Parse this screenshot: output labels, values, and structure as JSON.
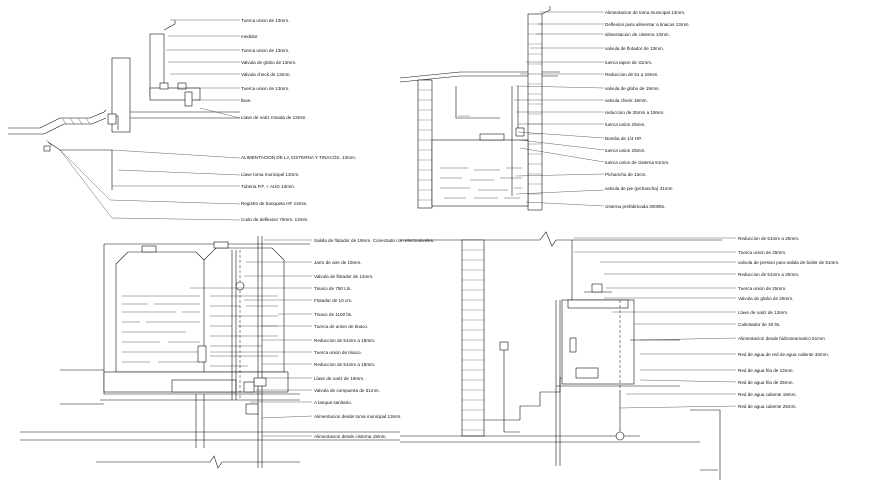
{
  "drawings": {
    "top_left": {
      "labels": [
        "Tuerca union de 13mm.",
        "medidor",
        "Tuerca union de 13mm.",
        "Valvula de globo de 13mm.",
        "Valvula check de 13mm.",
        "Tuerca union de 13mm.",
        "llave.",
        "Llave de nariz rosada de 13mm.",
        "ALIMENTACION DE LA CISTERNA Y TINACOS. 13mm.",
        "Llave toma municipal 13mm.",
        "Tuberia P.F. + AUD 13mm.",
        "Registro de banqueta HF 13mm.",
        "Codo de deflexion 75mm. 13mm."
      ]
    },
    "top_right": {
      "labels": [
        "Alimentacion de toma municipal 13mm.",
        "Deflexion para alimentar a tinacos 13mm.",
        "alimentacion de cisterna 13mm.",
        "valvula de flotador de 13mm.",
        "tuerca tapon de 31mm.",
        "Reduccion de 51 a 19mm.",
        "valvula de globo de 19mm.",
        "valvula check 19mm.",
        "reduccion de 25mm a 19mm.",
        "tuerca union 25mm.",
        "Bomba de 1/4 HP.",
        "tuerca union 25mm.",
        "tuerca union de cisterna 51mm.",
        "Pichancha de 13cm.",
        "valvula de pie (pichancha) 31mm",
        "cisterna prefabricada 3000lts."
      ]
    },
    "bottom_left": {
      "labels": [
        "Salida de flotador de 19mm. Conectado con electroniveles.",
        "Jarro de aire de 19mm.",
        "Valvula de flotador de 13mm.",
        "Tinaco de 750 Lts.",
        "Flotador de 10 cm.",
        "Tinaco de 1100 lts.",
        "Tuerca de union de tinaco.",
        "Reduccion de 51mm a 19mm.",
        "Tuerca union de tinaco.",
        "Reduccion de 51mm a 19mm.",
        "Llave de nariz de 19mm.",
        "Valvula de compuerta de 51mm.",
        "A tanque sanitario.",
        "Alimentacion desde toma municipal 13mm.",
        "Alimentacion desde cisterna 19mm."
      ]
    },
    "bottom_right": {
      "labels": [
        "Reduccion de 51mm a 25mm.",
        "Tuerca union de 25mm.",
        "valvula de presion para salida de boiler de 51mm.",
        "Reduccion de 51mm a 25mm.",
        "Tuerca union de 25mm.",
        "Valvula de globo de 25mm.",
        "Llave de nariz de 13mm.",
        "Calentador de 30 lts.",
        "Alimentacion desde hidroneumatico 51mm",
        "Red de agua de red de agua caliente 33mm.",
        "Red de agua fria de 13mm.",
        "Red de agua fria de 25mm.",
        "Red de agua caliente 19mm.",
        "Red de agua caliente 25mm."
      ]
    }
  }
}
